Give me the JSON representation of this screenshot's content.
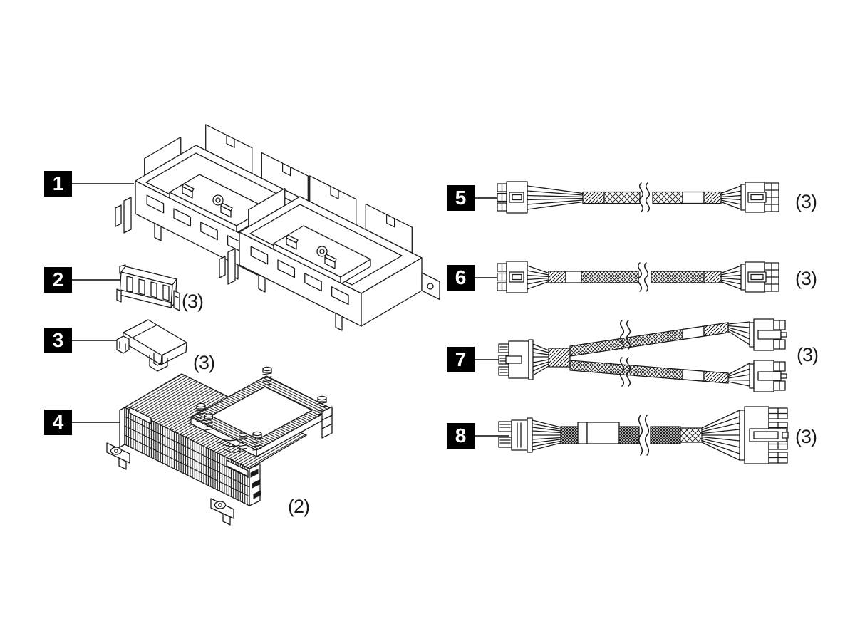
{
  "figure": {
    "description": "hardware option kit parts diagram",
    "background": "#ffffff",
    "line_color": "#1a1a1a",
    "callout_style": {
      "bg": "#000000",
      "fg": "#ffffff"
    },
    "parts": [
      {
        "callout": "1",
        "part": "air-baffle-assembly",
        "quantity": ""
      },
      {
        "callout": "2",
        "part": "retention-clip",
        "quantity": "(3)"
      },
      {
        "callout": "3",
        "part": "cover-bracket",
        "quantity": "(3)"
      },
      {
        "callout": "4",
        "part": "processor-heatsink",
        "quantity": "(2)"
      },
      {
        "callout": "5",
        "part": "power-cable",
        "quantity": "(3)"
      },
      {
        "callout": "6",
        "part": "power-cable",
        "quantity": "(3)"
      },
      {
        "callout": "7",
        "part": "y-splitter-power-cable",
        "quantity": "(3)"
      },
      {
        "callout": "8",
        "part": "sleeved-power-cable",
        "quantity": "(3)"
      }
    ]
  }
}
